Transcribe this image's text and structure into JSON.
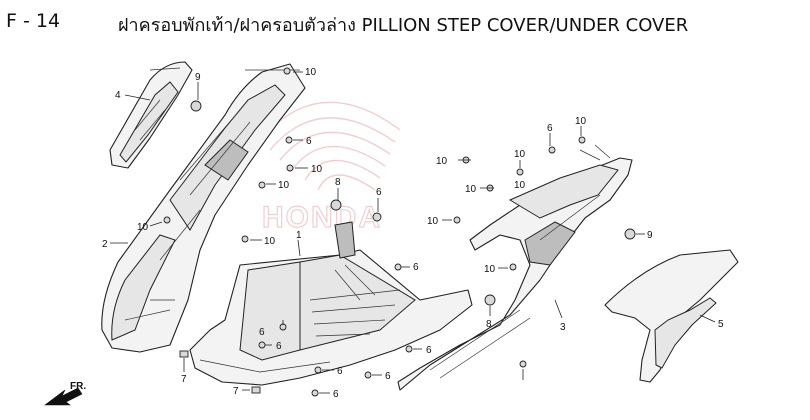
{
  "header": {
    "page_code": "F - 14",
    "title": "ฝาครอบพักเท้า/ฝาครอบตัวล่าง  PILLION STEP COVER/UNDER COVER"
  },
  "watermark_text": "HONDA",
  "direction_label": "FR.",
  "callouts": {
    "c_1": "1",
    "c_2": "2",
    "c_3": "3",
    "c_4": "4",
    "c_5": "5",
    "c_6a": "6",
    "c_6b": "6",
    "c_6c": "6",
    "c_6d": "6",
    "c_6e": "6",
    "c_6f": "6",
    "c_6g": "6",
    "c_6h": "6",
    "c_6i": "6",
    "c_6j": "6",
    "c_7a": "7",
    "c_7b": "7",
    "c_8a": "8",
    "c_8b": "8",
    "c_9a": "9",
    "c_9b": "9",
    "c_10a": "10",
    "c_10b": "10",
    "c_10c": "10",
    "c_10d": "10",
    "c_10e": "10",
    "c_10f": "10",
    "c_10g": "10",
    "c_10h": "10",
    "c_10i": "10",
    "c_10j": "10",
    "c_10k": "10",
    "c_10l": "10"
  },
  "colors": {
    "line": "#222222",
    "fill": "#f3f3f3",
    "watermark": "#e8b5b5"
  }
}
